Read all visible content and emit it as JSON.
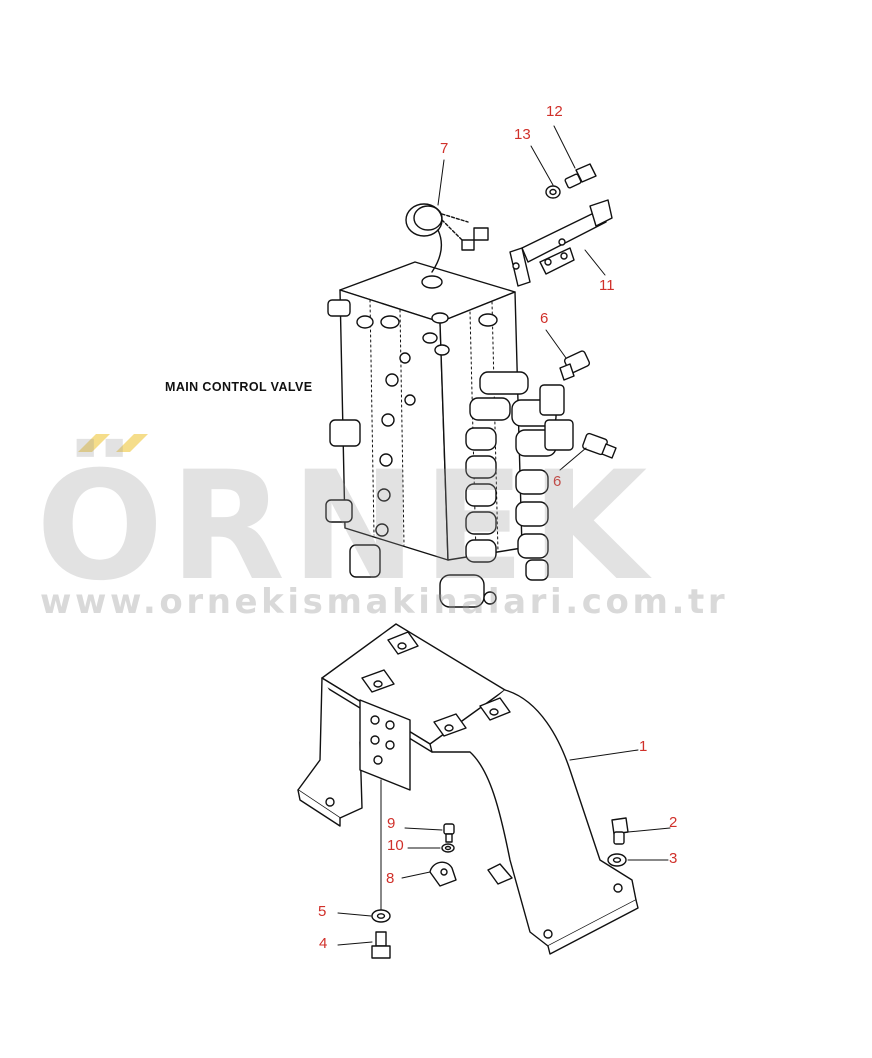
{
  "diagram": {
    "label": "MAIN CONTROL VALVE",
    "callouts": [
      {
        "id": "c1",
        "text": "1"
      },
      {
        "id": "c2",
        "text": "2"
      },
      {
        "id": "c3",
        "text": "3"
      },
      {
        "id": "c4",
        "text": "4"
      },
      {
        "id": "c5",
        "text": "5"
      },
      {
        "id": "c6a",
        "text": "6"
      },
      {
        "id": "c6b",
        "text": "6"
      },
      {
        "id": "c7",
        "text": "7"
      },
      {
        "id": "c8",
        "text": "8"
      },
      {
        "id": "c9",
        "text": "9"
      },
      {
        "id": "c10",
        "text": "10"
      },
      {
        "id": "c11",
        "text": "11"
      },
      {
        "id": "c12",
        "text": "12"
      },
      {
        "id": "c13",
        "text": "13"
      }
    ],
    "callout_color": "#d0302a"
  },
  "watermark": {
    "brand": "ÖRNEK",
    "url": "www.ornekismakinalari.com.tr",
    "accent_color": "#f5dd8a"
  }
}
